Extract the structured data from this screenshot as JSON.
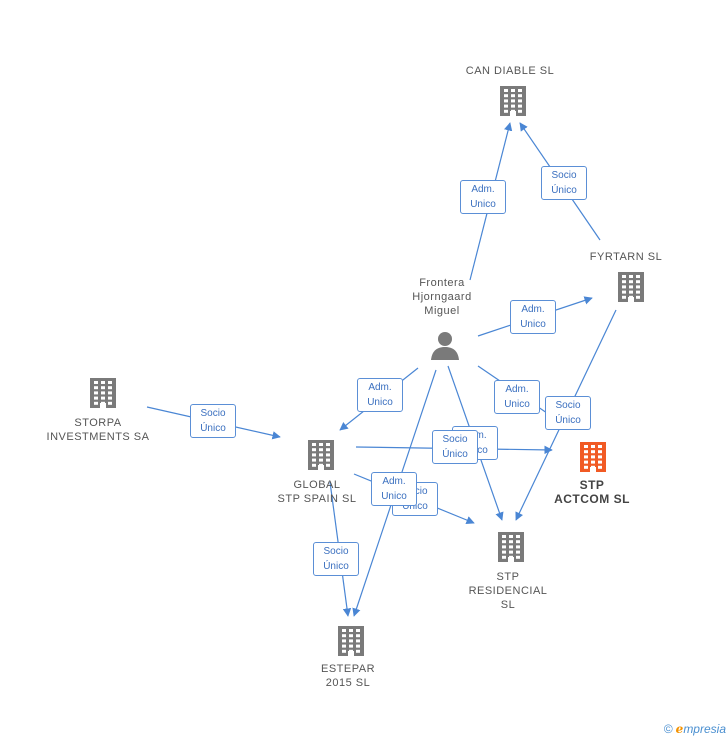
{
  "colors": {
    "node": "#7a7a7a",
    "highlight": "#f15a24",
    "edge": "#4a86d4",
    "edge_label_border": "#5b8fd6",
    "edge_label_text": "#3a6fbf"
  },
  "nodes": {
    "can_diable": {
      "label": "CAN DIABLE  SL",
      "icon": "building-icon"
    },
    "fyrtarn": {
      "label": "FYRTARN  SL",
      "icon": "building-icon"
    },
    "frontera": {
      "label": "Frontera\nHjorngaard\nMiguel",
      "icon": "person-icon"
    },
    "storpa": {
      "label": "STORPA\nINVESTMENTS SA",
      "icon": "building-icon"
    },
    "global_stp": {
      "label": "GLOBAL\nSTP SPAIN  SL",
      "icon": "building-icon"
    },
    "stp_actcom": {
      "label": "STP\nACTCOM  SL",
      "icon": "building-icon"
    },
    "stp_residencial": {
      "label": "STP\nRESIDENCIAL\nSL",
      "icon": "building-icon"
    },
    "estepar": {
      "label": "ESTEPAR\n2015  SL",
      "icon": "building-icon"
    }
  },
  "edge_labels": {
    "frontera_candiable": "Adm.\nUnico",
    "fyrtarn_candiable": "Socio\nÚnico",
    "frontera_fyrtarn": "Adm.\nUnico",
    "frontera_global": "Adm.\nUnico",
    "frontera_actcom": "Adm.\nUnico",
    "fyrtarn_residencial": "Socio\nÚnico",
    "storpa_global": "Socio\nÚnico",
    "global_actcom": "Socio\nÚnico",
    "frontera_residencial": "Adm.\nUnico",
    "frontera_estepar": "Adm.\nUnico",
    "global_residencial": "Socio\nÚnico",
    "global_estepar": "Socio\nÚnico"
  },
  "footer": {
    "copyright": "©",
    "brand_initial": "e",
    "brand_rest": "mpresia"
  }
}
